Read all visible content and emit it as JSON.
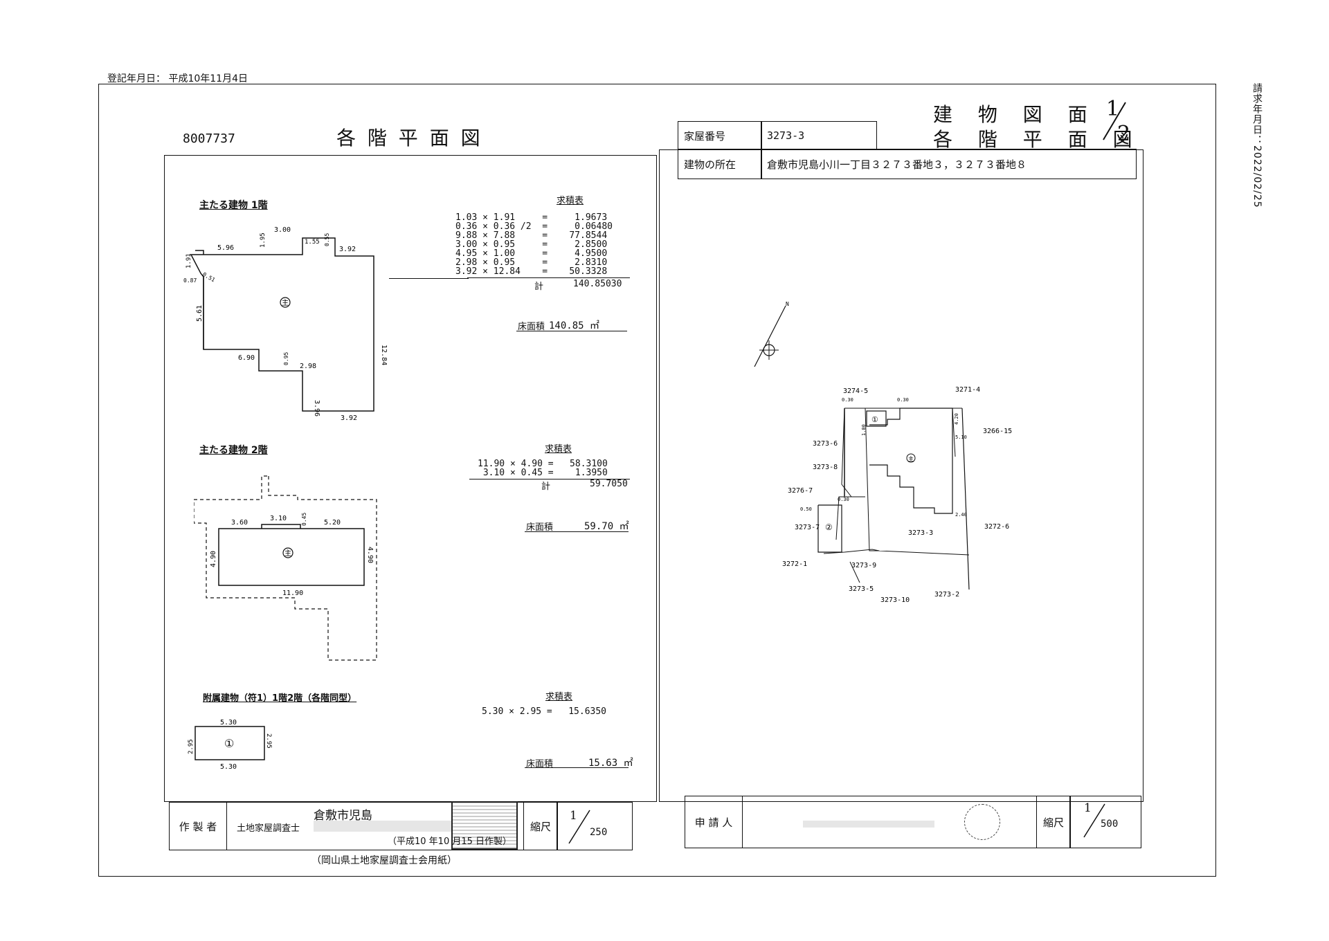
{
  "header": {
    "registration_date": "登記年月日： 平成10年11月4日",
    "doc_number": "8007737",
    "left_title": "各 階 平 面 図",
    "right_title_1": "建 物 図 面",
    "right_title_2": "各 階 平 面 図",
    "page_fraction_num": "1",
    "page_fraction_den": "2",
    "vertical_stamp": "請求年月日：2022/02/25"
  },
  "property": {
    "house_number_label": "家屋番号",
    "house_number_value": "3273-3",
    "location_label": "建物の所在",
    "location_value": "倉敷市児島小川一丁目３２７３番地３，３２７３番地８"
  },
  "floor1": {
    "title": "主たる建物 1階",
    "calc_title": "求積表",
    "calc_lines": [
      "1.03 × 1.91     =     1.9673",
      "0.36 × 0.36 /2  =     0.06480",
      "9.88 × 7.88     =    77.8544",
      "3.00 × 0.95     =     2.8500",
      "4.95 × 1.00     =     4.9500",
      "2.98 × 0.95     =     2.8310",
      "3.92 × 12.84    =    50.3328"
    ],
    "total_label": "計",
    "total_value": "140.85030",
    "floor_area_label": "床面積",
    "floor_area_value": "140.85 ㎡",
    "dims": [
      "3.00",
      "1.95",
      "1.55",
      "0.55",
      "5.96",
      "3.92",
      "1.91",
      "0.87",
      "0.51",
      "5.61",
      "12.84",
      "6.90",
      "0.95",
      "2.98",
      "3.96",
      "3.92"
    ],
    "marker": "主"
  },
  "floor2": {
    "title": "主たる建物 2階",
    "calc_title": "求積表",
    "calc_lines": [
      "11.90 × 4.90 =   58.3100",
      " 3.10 × 0.45 =    1.3950"
    ],
    "total_label": "計",
    "total_value": "59.7050",
    "floor_area_label": "床面積",
    "floor_area_value": "59.70 ㎡",
    "dims": [
      "3.60",
      "3.10",
      "0.45",
      "5.20",
      "4.90",
      "4.90",
      "11.90"
    ],
    "marker": "主"
  },
  "annex": {
    "title": "附属建物（符1）1階2階（各階同型）",
    "calc_title": "求積表",
    "calc_lines": [
      "5.30 × 2.95 =   15.6350"
    ],
    "floor_area_label": "床面積",
    "floor_area_value": "15.63 ㎡",
    "dims": [
      "5.30",
      "2.95",
      "2.95",
      "5.30"
    ],
    "marker": "①"
  },
  "site": {
    "parcels": [
      "3274-5",
      "3271-4",
      "3266-15",
      "3273-6",
      "3273-8",
      "3276-7",
      "3273-7",
      "3272-6",
      "3273-3",
      "3272-1",
      "3273-9",
      "3273-5",
      "3273-10",
      "3273-2"
    ],
    "dims": [
      "0.30",
      "0.30",
      "4.20",
      "5.10",
      "0.30",
      "0.50",
      "2.40",
      "1.00"
    ],
    "markers": [
      "①",
      "主",
      "②"
    ],
    "north": "N"
  },
  "footer_left": {
    "maker_label": "作 製 者",
    "maker_title": "土地家屋調査士",
    "maker_address": "倉敷市児島",
    "date_note": "（平成10 年10 月15 日作製）",
    "scale_label": "縮尺",
    "scale_num": "1",
    "scale_den": "250",
    "paper_note": "（岡山県土地家屋調査士会用紙）"
  },
  "footer_right": {
    "applicant_label": "申 請 人",
    "scale_label": "縮尺",
    "scale_num": "1",
    "scale_den": "500"
  }
}
